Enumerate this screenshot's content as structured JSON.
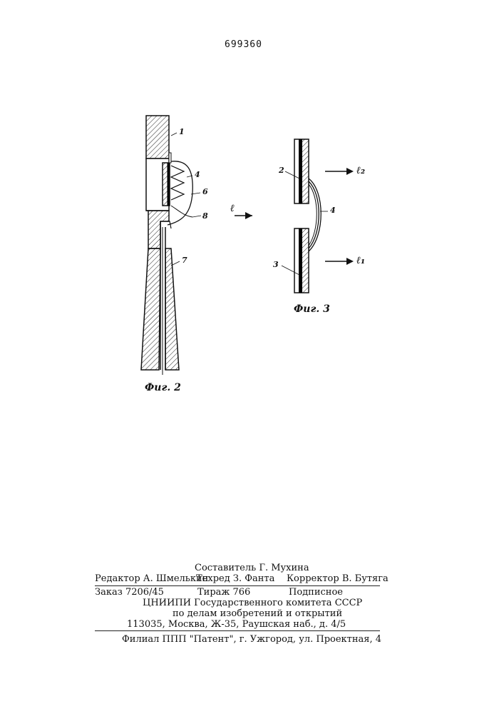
{
  "header": {
    "patent_number": "699360"
  },
  "figure2": {
    "caption": "Фиг. 2",
    "labels": {
      "l1": "1",
      "l4": "4",
      "l6": "6",
      "l8": "8",
      "l7": "7"
    }
  },
  "figure3": {
    "caption": "Фиг. 3",
    "labels": {
      "l2": "2",
      "l3": "3",
      "l4": "4"
    },
    "arrows": {
      "input": "ℓ",
      "out2": "ℓ₂",
      "out1": "ℓ₁"
    }
  },
  "colophon": {
    "compiler": "Составитель Г. Мухина",
    "editor": "Редактор А. Шмелькин",
    "techred": "Техред З. Фанта",
    "corrector": "Корректор В. Бутяга",
    "order": "Заказ 7206/45",
    "print_run": "Тираж 766",
    "subscription": "Подписное",
    "institute": "ЦНИИПИ Государственного комитета СССР",
    "affairs": "по делам изобретений и открытий",
    "address": "113035, Москва, Ж-35, Раушская наб., д. 4/5",
    "branch": "Филиал ППП \"Патент\", г. Ужгород, ул. Проектная, 4"
  }
}
